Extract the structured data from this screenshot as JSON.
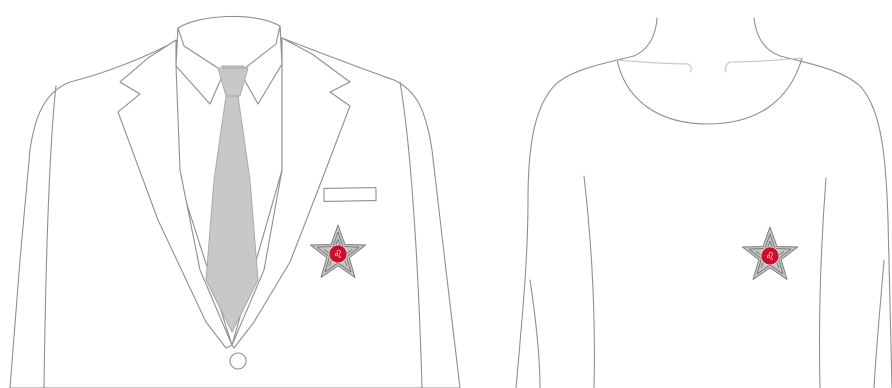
{
  "figures": [
    {
      "id": "male-jacket",
      "label": ""
    },
    {
      "id": "female-dress",
      "label": ""
    }
  ],
  "badge": {
    "icon": "five-pointed-star-with-lion-emblem",
    "star_color": "#c4c4c4",
    "center_color": "#c8102e"
  },
  "colors": {
    "outline": "#8f8f8f",
    "tie": "#c8c8c8",
    "background": "#ffffff"
  }
}
